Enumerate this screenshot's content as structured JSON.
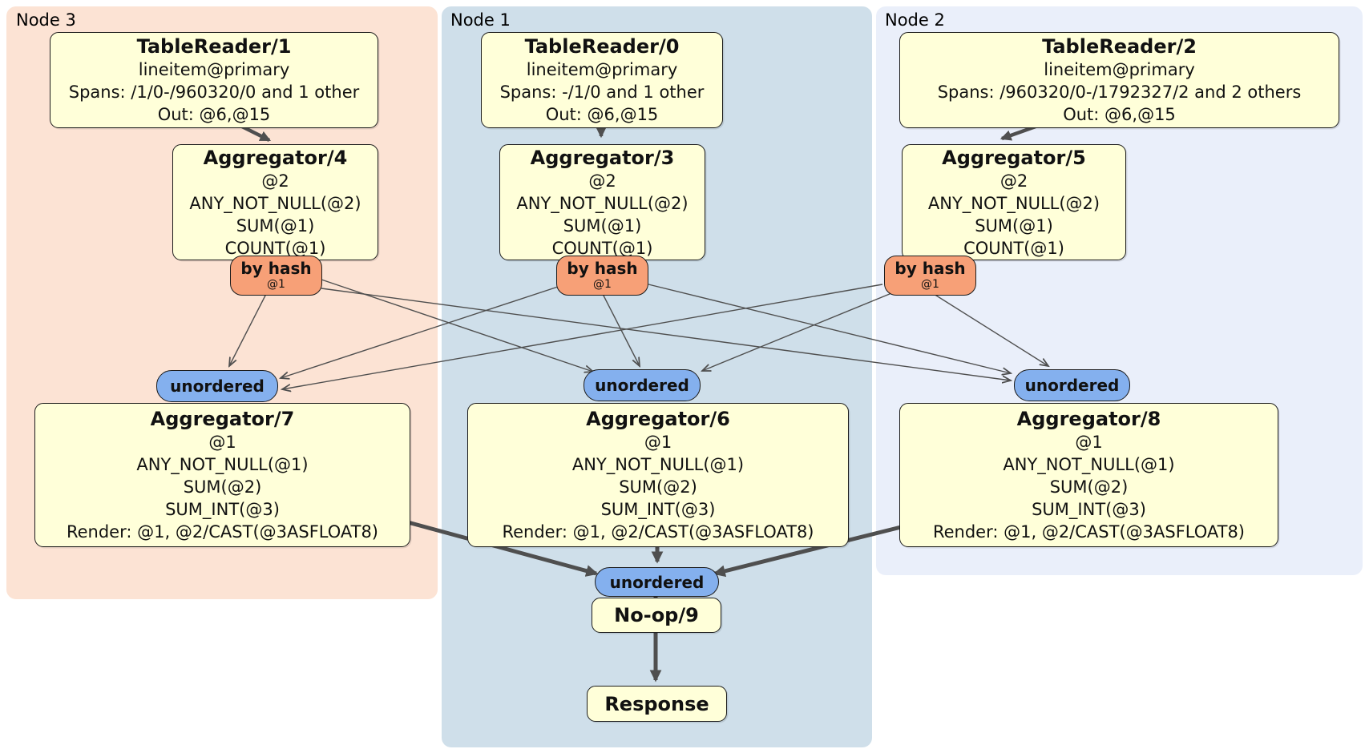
{
  "colors": {
    "node3_bg": "#fce3d4",
    "node1_bg": "#cfdfea",
    "node2_bg": "#eaeffa",
    "plan_box_fill": "#ffffd9",
    "router_fill": "#f7a077",
    "sync_fill": "#84b0ee",
    "edge": "#4f4f4f"
  },
  "groups": [
    {
      "label": "Node 3",
      "table_reader": {
        "title": "TableReader/1",
        "lines": [
          "lineitem@primary",
          "Spans: /1/0-/960320/0 and 1 other",
          "Out: @6,@15"
        ]
      },
      "aggregator_top": {
        "title": "Aggregator/4",
        "lines": [
          "@2",
          "ANY_NOT_NULL(@2)",
          "SUM(@1)",
          "COUNT(@1)"
        ]
      },
      "router": {
        "label": "by hash",
        "detail": "@1"
      },
      "sync": {
        "label": "unordered"
      },
      "aggregator_bottom": {
        "title": "Aggregator/7",
        "lines": [
          "@1",
          "ANY_NOT_NULL(@1)",
          "SUM(@2)",
          "SUM_INT(@3)",
          "Render: @1, @2/CAST(@3ASFLOAT8)"
        ]
      }
    },
    {
      "label": "Node 1",
      "table_reader": {
        "title": "TableReader/0",
        "lines": [
          "lineitem@primary",
          "Spans: -/1/0 and 1 other",
          "Out: @6,@15"
        ]
      },
      "aggregator_top": {
        "title": "Aggregator/3",
        "lines": [
          "@2",
          "ANY_NOT_NULL(@2)",
          "SUM(@1)",
          "COUNT(@1)"
        ]
      },
      "router": {
        "label": "by hash",
        "detail": "@1"
      },
      "sync": {
        "label": "unordered"
      },
      "aggregator_bottom": {
        "title": "Aggregator/6",
        "lines": [
          "@1",
          "ANY_NOT_NULL(@1)",
          "SUM(@2)",
          "SUM_INT(@3)",
          "Render: @1, @2/CAST(@3ASFLOAT8)"
        ]
      },
      "merge_sync": {
        "label": "unordered"
      },
      "noop": {
        "title": "No-op/9"
      },
      "response": {
        "title": "Response"
      }
    },
    {
      "label": "Node 2",
      "table_reader": {
        "title": "TableReader/2",
        "lines": [
          "lineitem@primary",
          "Spans: /960320/0-/1792327/2 and 2 others",
          "Out: @6,@15"
        ]
      },
      "aggregator_top": {
        "title": "Aggregator/5",
        "lines": [
          "@2",
          "ANY_NOT_NULL(@2)",
          "SUM(@1)",
          "COUNT(@1)"
        ]
      },
      "router": {
        "label": "by hash",
        "detail": "@1"
      },
      "sync": {
        "label": "unordered"
      },
      "aggregator_bottom": {
        "title": "Aggregator/8",
        "lines": [
          "@1",
          "ANY_NOT_NULL(@1)",
          "SUM(@2)",
          "SUM_INT(@3)",
          "Render: @1, @2/CAST(@3ASFLOAT8)"
        ]
      }
    }
  ]
}
